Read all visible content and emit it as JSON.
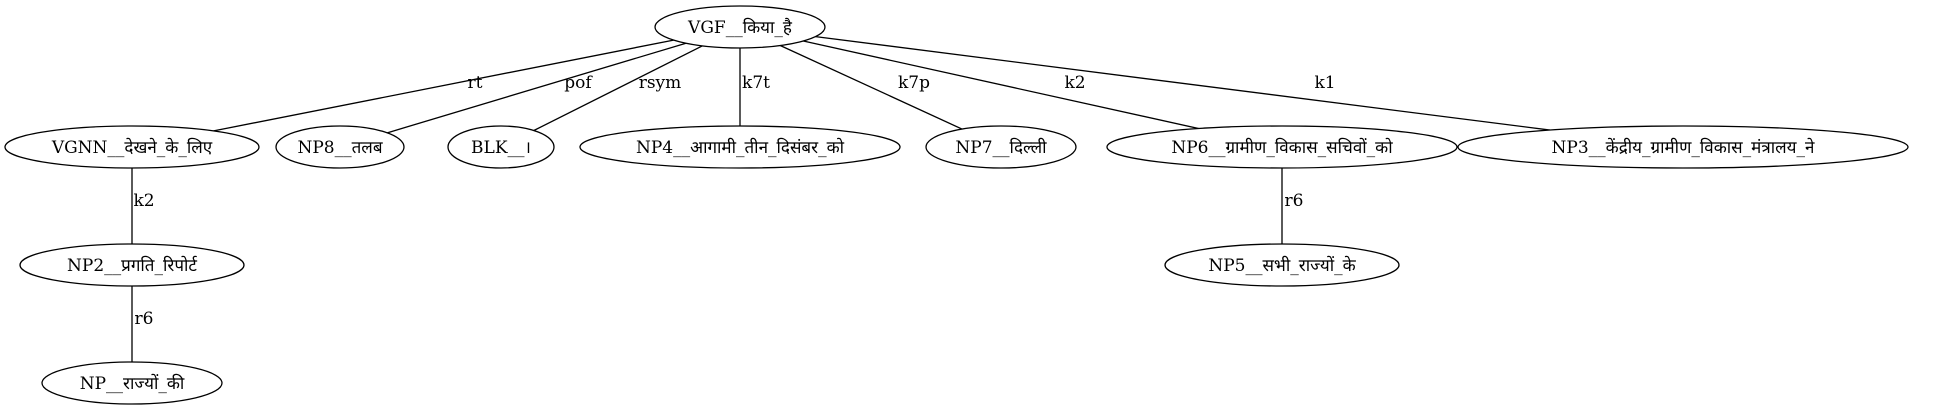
{
  "tree": {
    "root": {
      "id": "root",
      "label": "VGF__किया_है"
    },
    "nodes": [
      {
        "id": "vgnn",
        "label": "VGNN__देखने_के_लिए"
      },
      {
        "id": "np8",
        "label": "NP8__तलब"
      },
      {
        "id": "blk",
        "label": "BLK__।"
      },
      {
        "id": "np4",
        "label": "NP4__आगामी_तीन_दिसंबर_को"
      },
      {
        "id": "np7",
        "label": "NP7__दिल्ली"
      },
      {
        "id": "np6",
        "label": "NP6__ग्रामीण_विकास_सचिवों_को"
      },
      {
        "id": "np3",
        "label": "NP3__केंद्रीय_ग्रामीण_विकास_मंत्रालय_ने"
      },
      {
        "id": "np2",
        "label": "NP2__प्रगति_रिपोर्ट"
      },
      {
        "id": "np5",
        "label": "NP5__सभी_राज्यों_के"
      },
      {
        "id": "np",
        "label": "NP__राज्यों_की"
      }
    ],
    "edges": [
      {
        "from": "root",
        "to": "vgnn",
        "label": "rt"
      },
      {
        "from": "root",
        "to": "np8",
        "label": "pof"
      },
      {
        "from": "root",
        "to": "blk",
        "label": "rsym"
      },
      {
        "from": "root",
        "to": "np4",
        "label": "k7t"
      },
      {
        "from": "root",
        "to": "np7",
        "label": "k7p"
      },
      {
        "from": "root",
        "to": "np6",
        "label": "k2"
      },
      {
        "from": "root",
        "to": "np3",
        "label": "k1"
      },
      {
        "from": "vgnn",
        "to": "np2",
        "label": "k2"
      },
      {
        "from": "np6",
        "to": "np5",
        "label": "r6"
      },
      {
        "from": "np2",
        "to": "np",
        "label": "r6"
      }
    ]
  }
}
